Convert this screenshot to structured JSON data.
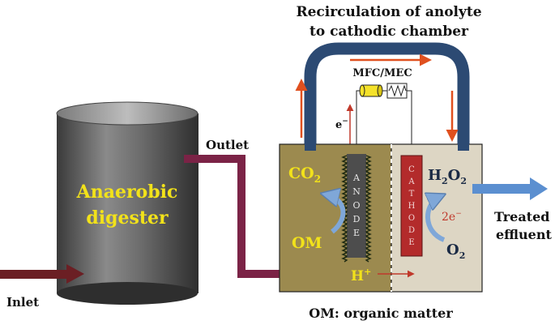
{
  "labels": {
    "recirc_line1": "Recirculation of anolyte",
    "recirc_line2": "to cathodic chamber",
    "mfc_mec": "MFC/MEC",
    "electron": "e",
    "electron_sup": "−",
    "outlet": "Outlet",
    "inlet": "Inlet",
    "digester_line1": "Anaerobic",
    "digester_line2": "digester",
    "co2_main": "CO",
    "co2_sub": "2",
    "om": "OM",
    "anode_letters": [
      "A",
      "N",
      "O",
      "D",
      "E"
    ],
    "cathode_letters": [
      "C",
      "A",
      "T",
      "H",
      "O",
      "D",
      "E"
    ],
    "h2o2_h": "H",
    "h2o2_sub1": "2",
    "h2o2_o": "O",
    "h2o2_sub2": "2",
    "two_e": "2e",
    "two_e_sup": "−",
    "o2_main": "O",
    "o2_sub": "2",
    "hplus_main": "H",
    "hplus_sup": "+",
    "treated_line1": "Treated",
    "treated_line2": "effluent",
    "footnote": "OM: organic matter"
  },
  "colors": {
    "pipe_blue": "#2c4a73",
    "pipe_maroon": "#7b2346",
    "inlet_arrow": "#6b1f24",
    "anode_chamber": "#9c8a4f",
    "cathode_chamber": "#ddd6c4",
    "cathode_electrode": "#b32b2b",
    "anode_electrode": "#4d4d4d",
    "label_yellow": "#f2e21a",
    "flow_arrow": "#e0501f",
    "effluent_arrow": "#5b8fd0",
    "curl_arrow": "#7fa7d8"
  }
}
